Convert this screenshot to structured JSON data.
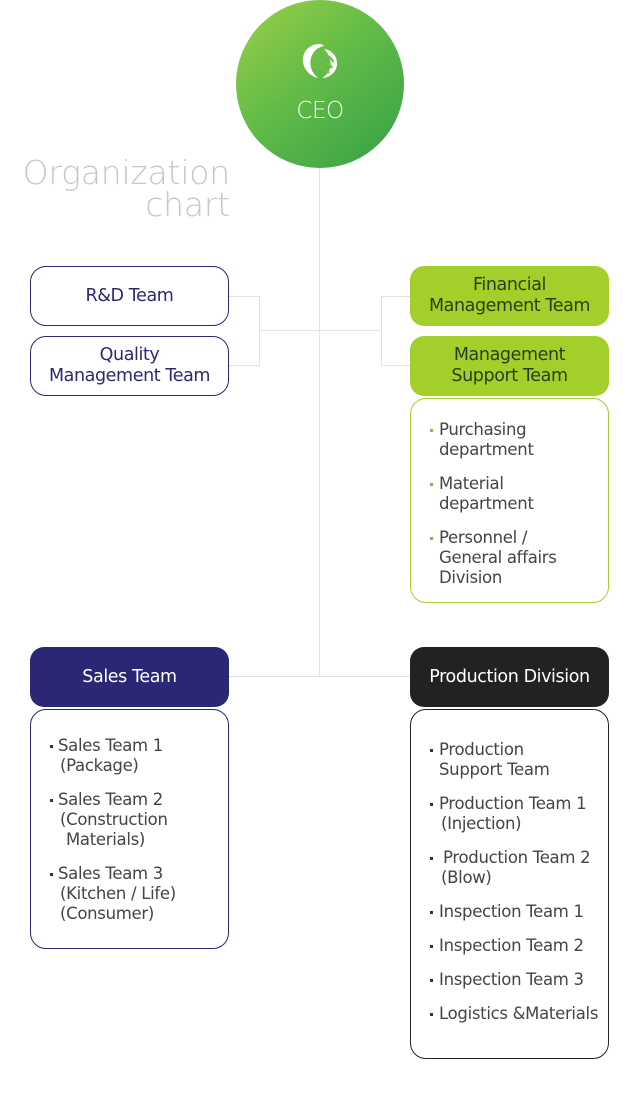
{
  "title": {
    "line1": "Organization",
    "line2": "chart"
  },
  "ceo": {
    "label": "CEO",
    "logo_icon": "leaf-globe-logo-icon"
  },
  "left_boxes": {
    "rnd": "R&D Team",
    "quality_line1": "Quality",
    "quality_line2": "Management Team"
  },
  "right_boxes": {
    "financial_line1": "Financial",
    "financial_line2": "Management Team",
    "support_line1": "Management",
    "support_line2": "Support Team"
  },
  "support_list": [
    {
      "line1": "Purchasing",
      "line2": "department"
    },
    {
      "line1": "Material",
      "line2": "department"
    },
    {
      "line1": "Personnel /",
      "line2": "General affairs",
      "line3": "Division"
    }
  ],
  "sales": {
    "header": "Sales Team",
    "items": [
      {
        "line1": "Sales Team 1",
        "line2": "(Package)"
      },
      {
        "line1": "Sales Team 2",
        "line2": "(Construction",
        "line3": "Materials)"
      },
      {
        "line1": "Sales Team 3",
        "line2": "(Kitchen / Life)",
        "line3": "(Consumer)"
      }
    ]
  },
  "production": {
    "header": "Production Division",
    "items": [
      {
        "line1": "Production",
        "line2": "Support Team"
      },
      {
        "line1": "Production Team 1",
        "line2": "(Injection)"
      },
      {
        "line1": "Production Team 2",
        "line2": "(Blow)"
      },
      {
        "line1": "Inspection Team 1"
      },
      {
        "line1": "Inspection Team 2"
      },
      {
        "line1": "Inspection Team 3"
      },
      {
        "line1": "Logistics &Materials"
      }
    ]
  },
  "colors": {
    "ceo_green": "#4cae47",
    "lime": "#a3cf2a",
    "navy": "#2a2874",
    "dark": "#222222",
    "line": "#e2e2e2",
    "title_gray": "#c7c7c7"
  }
}
